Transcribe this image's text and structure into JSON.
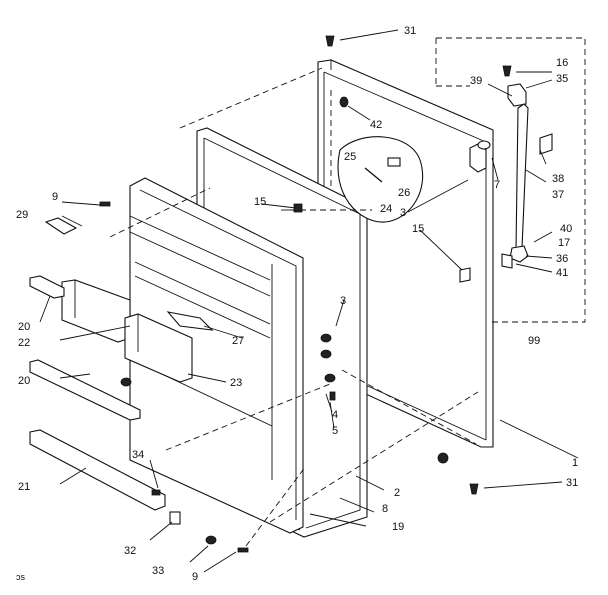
{
  "diagram": {
    "callouts": {
      "c1": "1",
      "c2": "2",
      "c3a": "3",
      "c3b": "3",
      "c4": "4",
      "c5": "5",
      "c7": "7",
      "c8": "8",
      "c9a": "9",
      "c9b": "9",
      "c15a": "15",
      "c15b": "15",
      "c16": "16",
      "c17": "17",
      "c19": "19",
      "c20a": "20",
      "c20b": "20",
      "c21": "21",
      "c22": "22",
      "c23": "23",
      "c24": "24",
      "c25": "25",
      "c26": "26",
      "c27": "27",
      "c29": "29",
      "c31a": "31",
      "c31b": "31",
      "c32": "32",
      "c33": "33",
      "c34": "34",
      "c35": "35",
      "c36": "36",
      "c37": "37",
      "c38": "38",
      "c39": "39",
      "c40": "40",
      "c41": "41",
      "c42": "42",
      "c99": "99"
    },
    "corner_mark": "ɔs"
  }
}
